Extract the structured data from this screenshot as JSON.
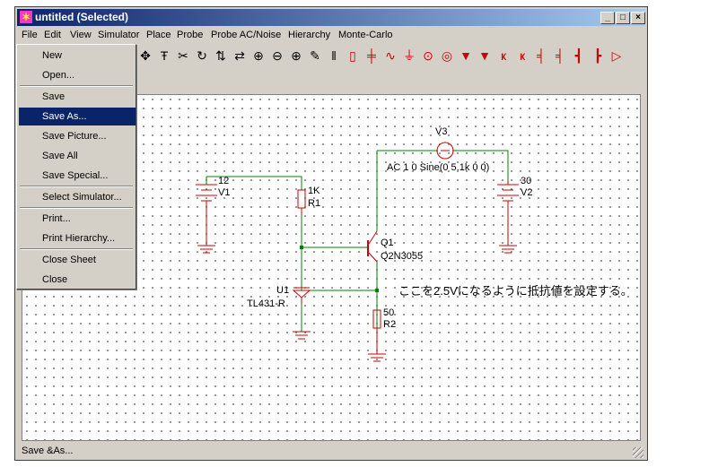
{
  "window": {
    "title": "untitled (Selected)",
    "controls": [
      "_",
      "□",
      "×"
    ]
  },
  "menubar": [
    "File",
    "Edit",
    "View",
    "Simulator",
    "Place",
    "Probe",
    "Probe AC/Noise",
    "Hierarchy",
    "Monte-Carlo"
  ],
  "file_menu": {
    "items": [
      "New",
      "Open...",
      "Save",
      "Save As...",
      "Save Picture...",
      "Save All",
      "Save Special...",
      "Select Simulator...",
      "Print...",
      "Print Hierarchy...",
      "Close Sheet",
      "Close"
    ],
    "selected": "Save As..."
  },
  "toolbar_icons": [
    "move-icon",
    "text-icon",
    "delete-icon",
    "rotate-icon",
    "flip-icon",
    "mirror-icon",
    "zoom-box-icon",
    "zoom-out-icon",
    "zoom-in-icon",
    "wire-icon",
    "bus-icon",
    "resistor-icon",
    "capacitor-icon",
    "inductor-icon",
    "ground-icon",
    "source-icon",
    "probe-icon",
    "diode-icon",
    "zener-icon",
    "npn-icon",
    "pnp-icon",
    "nmos-icon",
    "pmos-icon",
    "jfet-icon",
    "jfetp-icon",
    "opamp-icon"
  ],
  "schematic": {
    "v3": {
      "name": "V3",
      "value": "AC 1 0 Sine(0 5.1k 0 0)"
    },
    "v1": {
      "name": "V1",
      "value": "12"
    },
    "v2": {
      "name": "V2",
      "value": "30"
    },
    "r1": {
      "name": "R1",
      "value": "1K"
    },
    "r2": {
      "name": "R2",
      "value": "50"
    },
    "q1": {
      "name": "Q1",
      "model": "Q2N3055"
    },
    "u1": {
      "name": "U1",
      "model": "TL431-R"
    },
    "note": "ここを2.5Vになるように抵抗値を設定する。"
  },
  "status": "Save &As...",
  "colors": {
    "wire": "#008000",
    "component": "#cc0000",
    "selected": "#0a246a"
  }
}
